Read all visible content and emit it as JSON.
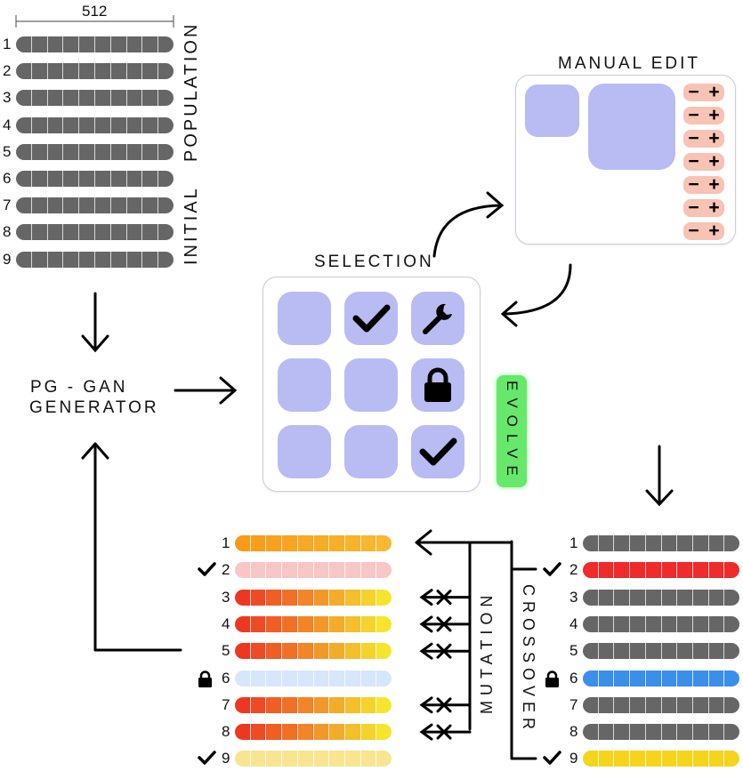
{
  "genome_length": "512",
  "initial_population": {
    "label_left": "INITIAL",
    "label_right": "POPULATION",
    "rows": [
      "1",
      "2",
      "3",
      "4",
      "5",
      "6",
      "7",
      "8",
      "9"
    ]
  },
  "generator": {
    "line1": "PG - GAN",
    "line2": "GENERATOR"
  },
  "selection": {
    "title": "SELECTION",
    "evolve_label": "EVOLVE"
  },
  "manual_edit": {
    "title": "MANUAL EDIT",
    "controls": 7
  },
  "crossover": {
    "label": "CROSSOVER"
  },
  "mutation": {
    "label": "MUTATION"
  },
  "colors": {
    "gray": "#666666",
    "accent_tile": "#b8bcf2",
    "edit_control": "#f7c3b4",
    "evolve": "#66e86a"
  },
  "selected_population": {
    "rows": [
      {
        "n": "1",
        "mark": ""
      },
      {
        "n": "2",
        "mark": "check"
      },
      {
        "n": "3",
        "mark": ""
      },
      {
        "n": "4",
        "mark": ""
      },
      {
        "n": "5",
        "mark": ""
      },
      {
        "n": "6",
        "mark": "lock"
      },
      {
        "n": "7",
        "mark": ""
      },
      {
        "n": "8",
        "mark": ""
      },
      {
        "n": "9",
        "mark": "check"
      }
    ],
    "colors": [
      "gray",
      "red",
      "gray",
      "gray",
      "gray",
      "blue",
      "gray",
      "gray",
      "yellow"
    ]
  },
  "next_population": {
    "rows": [
      {
        "n": "1",
        "mark": "",
        "mutated": false
      },
      {
        "n": "2",
        "mark": "check",
        "mutated": false
      },
      {
        "n": "3",
        "mark": "",
        "mutated": true
      },
      {
        "n": "4",
        "mark": "",
        "mutated": true
      },
      {
        "n": "5",
        "mark": "",
        "mutated": true
      },
      {
        "n": "6",
        "mark": "lock",
        "mutated": false
      },
      {
        "n": "7",
        "mark": "",
        "mutated": true
      },
      {
        "n": "8",
        "mark": "",
        "mutated": true
      },
      {
        "n": "9",
        "mark": "check",
        "mutated": false
      }
    ],
    "styles": [
      "orange",
      "pink",
      "gradient",
      "gradient",
      "gradient",
      "lightblue",
      "gradient",
      "gradient",
      "lightyellow"
    ]
  }
}
